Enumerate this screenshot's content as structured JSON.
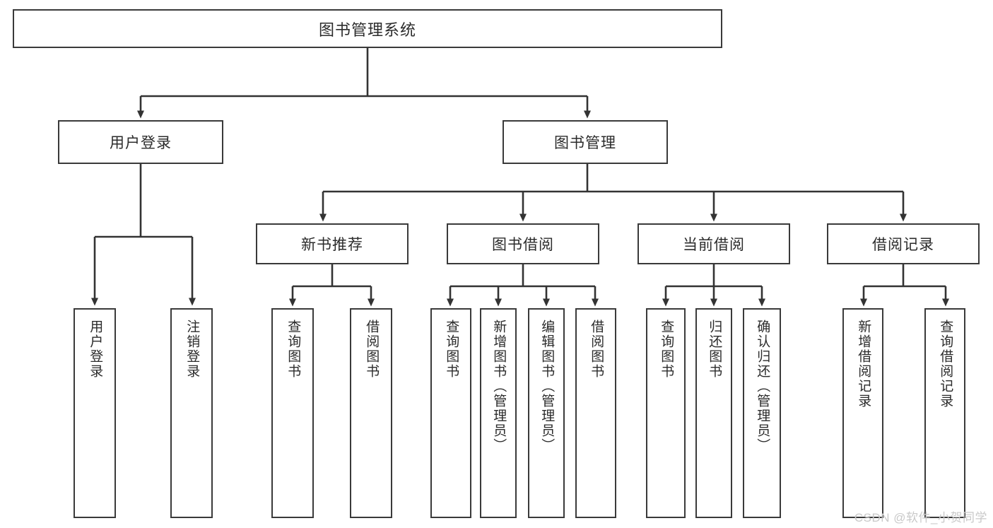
{
  "diagram": {
    "title": "图书管理系统",
    "watermark": "CSDN @软件_小贺同学",
    "level2": [
      {
        "label": "用户登录"
      },
      {
        "label": "图书管理"
      }
    ],
    "level3": [
      {
        "label": "新书推荐"
      },
      {
        "label": "图书借阅"
      },
      {
        "label": "当前借阅"
      },
      {
        "label": "借阅记录"
      }
    ],
    "leaves": {
      "user_login": [
        {
          "label": "用户登录"
        },
        {
          "label": "注销登录"
        }
      ],
      "new_book": [
        {
          "label": "查询图书"
        },
        {
          "label": "借阅图书"
        }
      ],
      "book_borrow": [
        {
          "label": "查询图书"
        },
        {
          "label": "新增图书（管理员）"
        },
        {
          "label": "编辑图书（管理员）"
        },
        {
          "label": "借阅图书"
        }
      ],
      "current_borrow": [
        {
          "label": "查询图书"
        },
        {
          "label": "归还图书"
        },
        {
          "label": "确认归还（管理员）"
        }
      ],
      "borrow_record": [
        {
          "label": "新增借阅记录"
        },
        {
          "label": "查询借阅记录"
        }
      ]
    },
    "colors": {
      "stroke": "#3a3a3a",
      "text": "#2b2b2b",
      "background": "#ffffff",
      "watermark": "#c9c9c9"
    }
  }
}
